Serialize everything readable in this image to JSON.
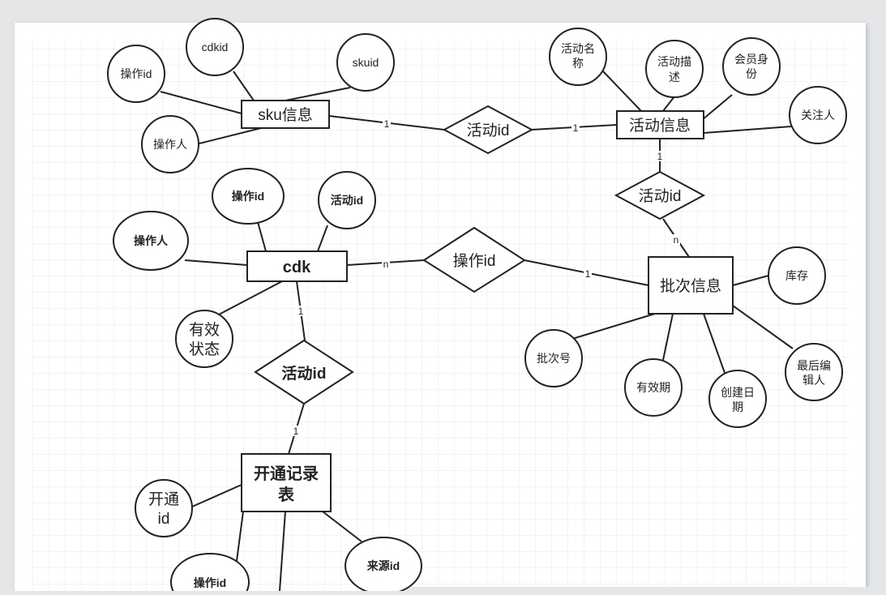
{
  "theme": {
    "canvas_bg": "#ffffff",
    "grid_color": "#e6e8ea",
    "line_color": "#222222",
    "outer_bg": "#e4e6e8"
  },
  "entities": {
    "sku": "sku信息",
    "activity": "活动信息",
    "cdk": "cdk",
    "batch": "批次信息",
    "record_l1": "开通记录",
    "record_l2": "表"
  },
  "relationships": {
    "sku_activity": "活动id",
    "activity_batch": "活动id",
    "cdk_batch": "操作id",
    "cdk_record": "活动id"
  },
  "attributes": {
    "sku_opid": "操作id",
    "sku_cdkid": "cdkid",
    "sku_skuid": "skuid",
    "sku_operator": "操作人",
    "act_name_l1": "活动名",
    "act_name_l2": "称",
    "act_desc_l1": "活动描",
    "act_desc_l2": "述",
    "act_member_l1": "会员身",
    "act_member_l2": "份",
    "act_follower": "关注人",
    "cdk_opid": "操作id",
    "cdk_actid": "活动id",
    "cdk_operator": "操作人",
    "cdk_status_l1": "有效",
    "cdk_status_l2": "状态",
    "batch_stock": "库存",
    "batch_no": "批次号",
    "batch_valid": "有效期",
    "batch_created_l1": "创建日",
    "batch_created_l2": "期",
    "batch_editor_l1": "最后编",
    "batch_editor_l2": "辑人",
    "rec_openid_l1": "开通",
    "rec_openid_l2": "id",
    "rec_opid": "操作id",
    "rec_source": "来源id"
  },
  "cardinality": {
    "sku_rel": "1",
    "activity_rel": "1",
    "activity_down": "1",
    "batch_up": "n",
    "cdk_rel": "n",
    "batch_rel": "1",
    "cdk_down": "1",
    "record_up": "1"
  }
}
